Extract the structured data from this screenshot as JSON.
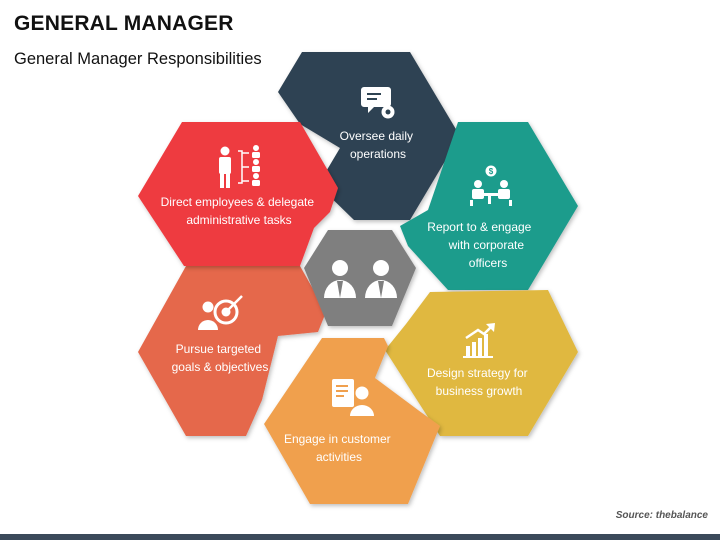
{
  "title": "GENERAL MANAGER",
  "subtitle": "General Manager Responsibilities",
  "source": "Source: thebalance",
  "colors": {
    "navy": "#2e4352",
    "teal": "#1f9c8c",
    "yellow": "#e0b840",
    "orange": "#f0a04e",
    "coral": "#e5674b",
    "red": "#ee3b3f",
    "center": "#7f7f7f"
  },
  "center": {
    "icon": "business-people-icon"
  },
  "items": [
    {
      "id": "oversee",
      "icon": "chat-gear-icon",
      "lines": [
        "Oversee daily",
        "operations"
      ]
    },
    {
      "id": "report",
      "icon": "meeting-dollar-icon",
      "lines": [
        "Report to & engage",
        "with corporate",
        "officers"
      ]
    },
    {
      "id": "design",
      "icon": "growth-chart-icon",
      "lines": [
        "Design strategy for",
        "business growth"
      ]
    },
    {
      "id": "engage",
      "icon": "customer-checklist-icon",
      "lines": [
        "Engage in customer",
        "activities"
      ]
    },
    {
      "id": "pursue",
      "icon": "target-person-icon",
      "lines": [
        "Pursue targeted",
        "goals & objectives"
      ]
    },
    {
      "id": "direct",
      "icon": "hierarchy-people-icon",
      "lines": [
        "Direct employees & delegate",
        "administrative tasks"
      ]
    }
  ]
}
